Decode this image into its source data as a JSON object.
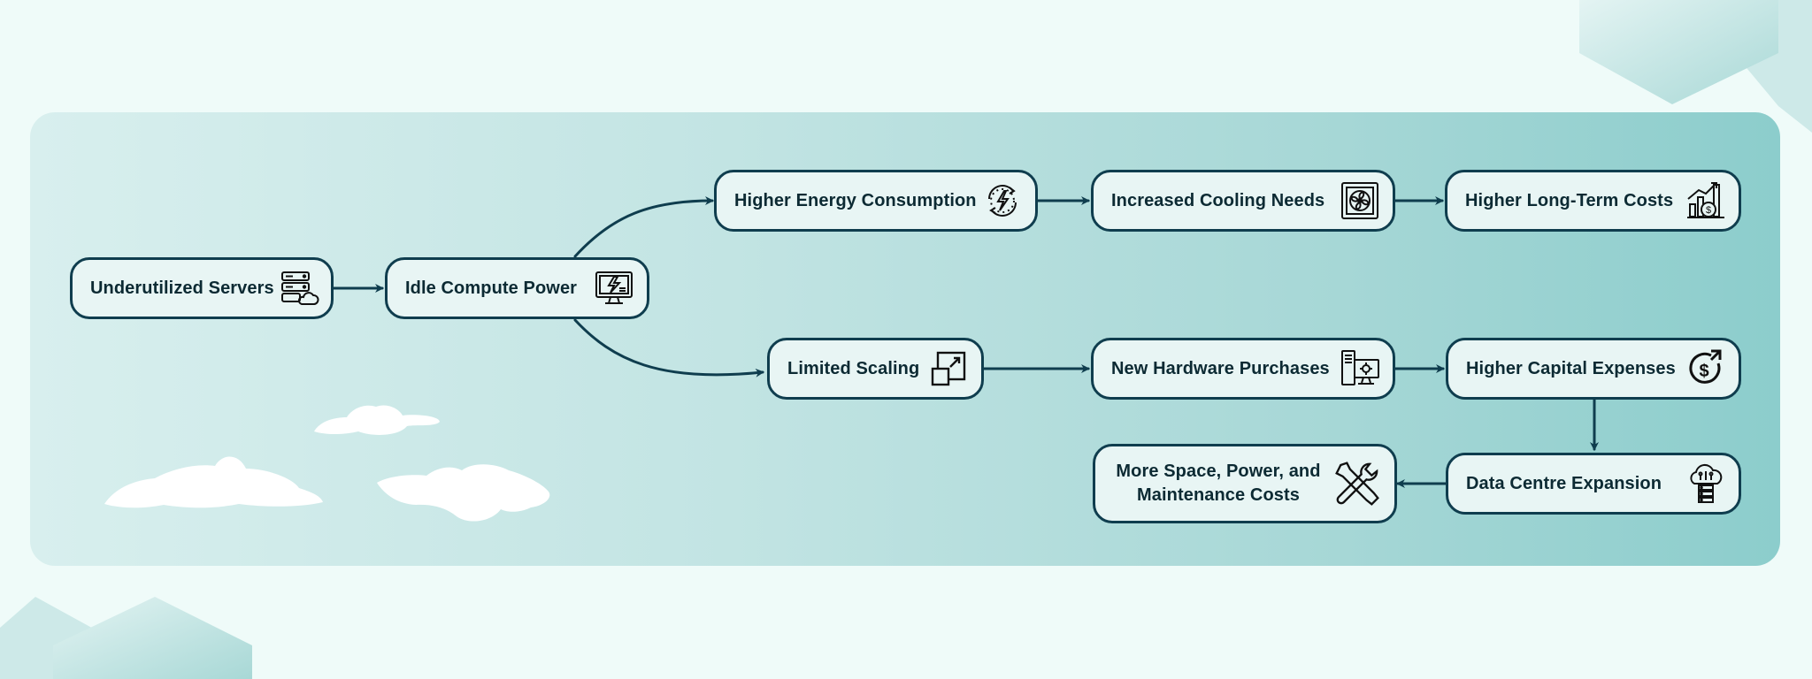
{
  "flow": {
    "underutilized_servers": {
      "label": "Underutilized Servers",
      "icon": "server-cloud-icon"
    },
    "idle_compute_power": {
      "label": "Idle Compute Power",
      "icon": "monitor-lightning-icon"
    },
    "higher_energy_consumption": {
      "label": "Higher Energy Consumption",
      "icon": "energy-cycle-icon"
    },
    "increased_cooling_needs": {
      "label": "Increased Cooling Needs",
      "icon": "cooling-fan-icon"
    },
    "higher_long_term_costs": {
      "label": "Higher Long-Term Costs",
      "icon": "rising-cost-chart-icon"
    },
    "limited_scaling": {
      "label": "Limited Scaling",
      "icon": "scale-up-icon"
    },
    "new_hardware_purchases": {
      "label": "New Hardware Purchases",
      "icon": "computer-hardware-icon"
    },
    "higher_capital_expenses": {
      "label": "Higher Capital Expenses",
      "icon": "dollar-arrow-icon"
    },
    "data_centre_expansion": {
      "label": "Data Centre Expansion",
      "icon": "cloud-server-icon"
    },
    "more_space_power_maintenance": {
      "label": "More Space, Power, and Maintenance Costs",
      "icon": "tools-icon"
    }
  },
  "colors": {
    "node_border": "#0f3d4e",
    "node_fill": "#e8f5f4",
    "arrow": "#0f3d4e",
    "panel_start": "#d8efee",
    "panel_end": "#8ccdcc",
    "page_bg": "#effbf9"
  }
}
